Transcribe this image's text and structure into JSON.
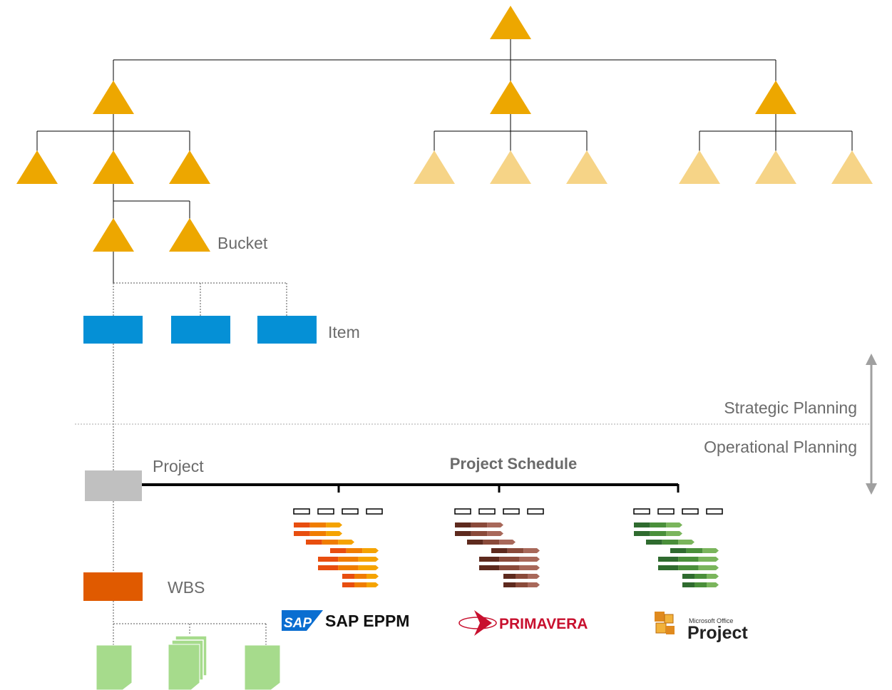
{
  "labels": {
    "bucket": "Bucket",
    "item": "Item",
    "strategic": "Strategic Planning",
    "operational": "Operational Planning",
    "project": "Project",
    "project_schedule": "Project Schedule",
    "wbs": "WBS"
  },
  "tools": {
    "sap": {
      "name": "SAP EPPM",
      "logo_text": "SAP"
    },
    "primavera": {
      "name": "PRIMAVERA"
    },
    "msproject": {
      "small": "Microsoft Office",
      "name": "Project"
    }
  },
  "colors": {
    "bucket_active": "#eda700",
    "bucket_inactive": "#f6d487",
    "item": "#0590d6",
    "project": "#c0c0c0",
    "wbs": "#e05a00",
    "document": "#a6db8c",
    "sap_gantt": [
      "#e84e0f",
      "#f07d00",
      "#f5a300"
    ],
    "primavera_gantt": [
      "#5e2a1e",
      "#8a4a3a",
      "#a8685a"
    ],
    "msproject_gantt": [
      "#2f6b2f",
      "#4a8f3a",
      "#7ab55c"
    ]
  }
}
